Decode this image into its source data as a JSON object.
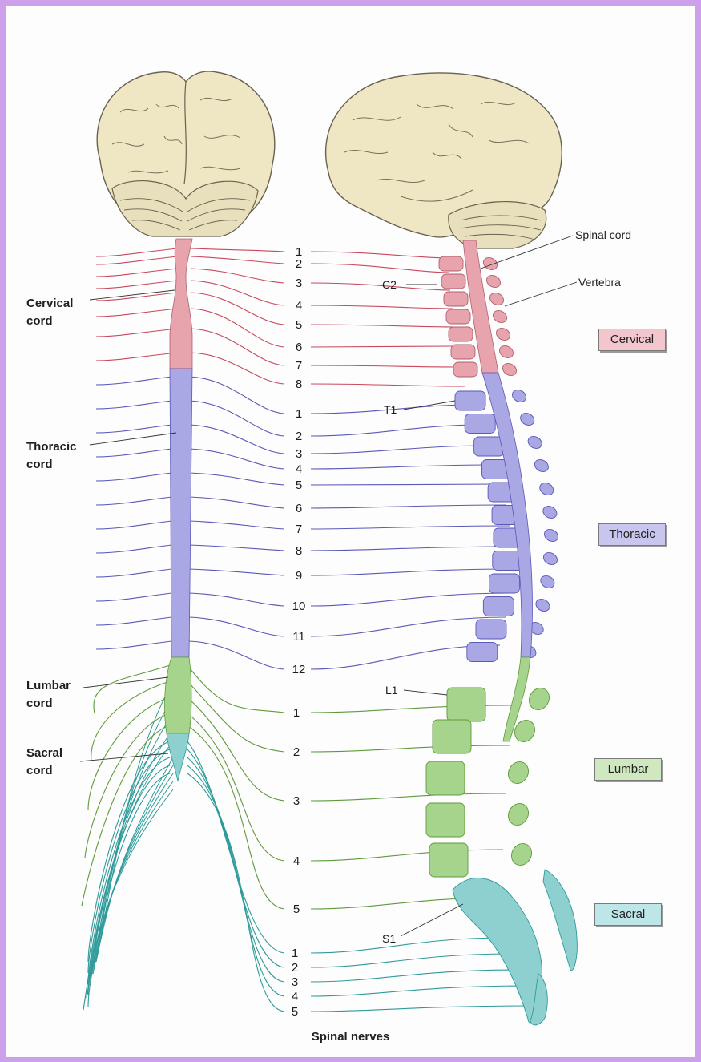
{
  "colors": {
    "cervical": "#e8a4ac",
    "cervical_line": "#c9485c",
    "thoracic": "#aaa8e4",
    "thoracic_line": "#5a58b8",
    "lumbar": "#a6d48c",
    "lumbar_line": "#5f9a3a",
    "sacral": "#8ed0d0",
    "sacral_line": "#2f9a9a",
    "brain": "#efe6c4",
    "frame": "#cda0ec"
  },
  "left_labels": {
    "cervical_cord": [
      "Cervical",
      "cord"
    ],
    "thoracic_cord": [
      "Thoracic",
      "cord"
    ],
    "lumbar_cord": [
      "Lumbar",
      "cord"
    ],
    "sacral_cord": [
      "Sacral",
      "cord"
    ]
  },
  "callouts": {
    "spinal_cord": "Spinal cord",
    "vertebra": "Vertebra",
    "c2": "C2",
    "t1": "T1",
    "l1": "L1",
    "s1": "S1"
  },
  "regions": {
    "cervical": "Cervical",
    "thoracic": "Thoracic",
    "lumbar": "Lumbar",
    "sacral": "Sacral"
  },
  "nerve_numbers": {
    "cervical": [
      "1",
      "2",
      "3",
      "4",
      "5",
      "6",
      "7",
      "8"
    ],
    "thoracic": [
      "1",
      "2",
      "3",
      "4",
      "5",
      "6",
      "7",
      "8",
      "9",
      "10",
      "11",
      "12"
    ],
    "lumbar": [
      "1",
      "2",
      "3",
      "4",
      "5"
    ],
    "sacral": [
      "1",
      "2",
      "3",
      "4",
      "5"
    ]
  },
  "caption": "Spinal nerves"
}
